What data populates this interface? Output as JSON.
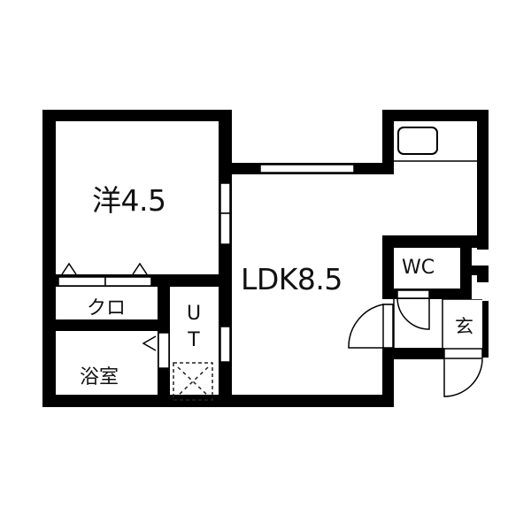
{
  "floor_plan": {
    "rooms": [
      {
        "id": "western",
        "label": "洋4.5",
        "type": "Western-style room",
        "size_jo": 4.5
      },
      {
        "id": "ldk",
        "label": "LDK8.5",
        "type": "Living Dining Kitchen",
        "size_jo": 8.5
      },
      {
        "id": "closet",
        "label": "クロ",
        "type": "Closet"
      },
      {
        "id": "bath",
        "label": "浴室",
        "type": "Bathroom"
      },
      {
        "id": "utility",
        "label_lines": [
          "U",
          "T"
        ],
        "type": "Utility / Washroom"
      },
      {
        "id": "wc",
        "label": "WC",
        "type": "Toilet"
      },
      {
        "id": "entrance",
        "label": "玄",
        "type": "Entrance"
      }
    ],
    "fixtures": [
      {
        "id": "kitchen-sink",
        "type": "sink",
        "room": "ldk"
      },
      {
        "id": "washer-space",
        "type": "washing-machine-space",
        "room": "utility"
      }
    ],
    "colors": {
      "wall": "#000000",
      "background": "#ffffff",
      "text": "#111111",
      "fixture_stroke": "#222222"
    }
  }
}
